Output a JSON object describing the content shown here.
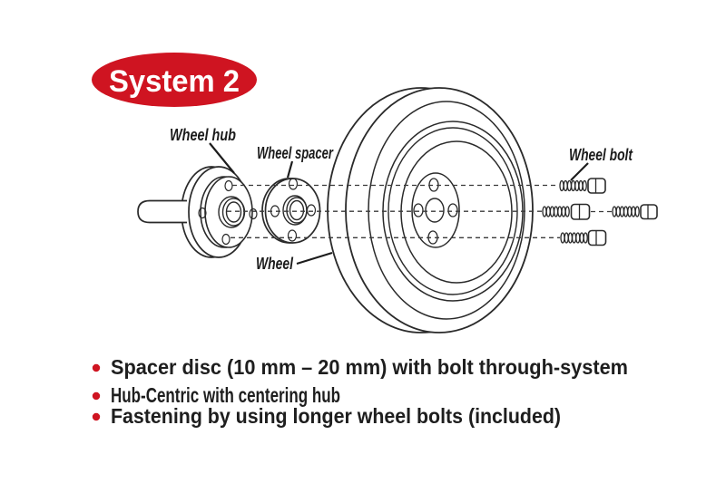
{
  "badge": {
    "label": "System 2"
  },
  "labels": {
    "wheel_hub": "Wheel hub",
    "wheel_spacer": "Wheel spacer",
    "wheel": "Wheel",
    "wheel_bolt": "Wheel bolt"
  },
  "bullets": [
    "Spacer disc (10 mm – 20 mm) with bolt through-system",
    "Hub-Centric with centering hub",
    "Fastening by using longer wheel bolts (included)"
  ],
  "colors": {
    "accent_red": "#cf1421",
    "badge_text": "#ffffff",
    "ink": "#1e1e1e",
    "line": "#2a2a2a",
    "background": "#ffffff"
  }
}
